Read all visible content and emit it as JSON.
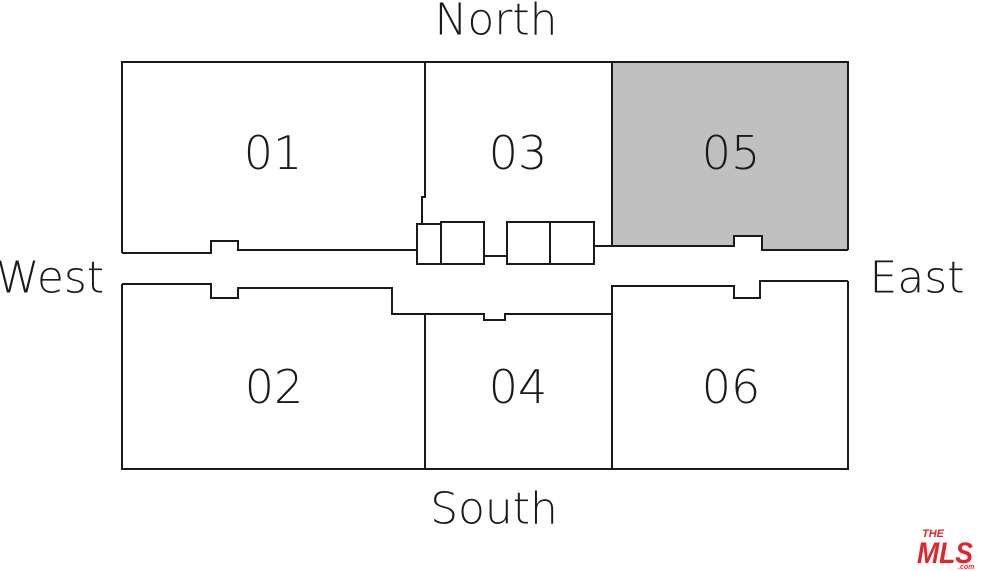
{
  "directions": {
    "north": "North",
    "south": "South",
    "west": "West",
    "east": "East"
  },
  "units": [
    {
      "id": "01",
      "label": "01",
      "highlighted": false
    },
    {
      "id": "02",
      "label": "02",
      "highlighted": false
    },
    {
      "id": "03",
      "label": "03",
      "highlighted": false
    },
    {
      "id": "04",
      "label": "04",
      "highlighted": false
    },
    {
      "id": "05",
      "label": "05",
      "highlighted": true
    },
    {
      "id": "06",
      "label": "06",
      "highlighted": false
    }
  ],
  "logo": {
    "the": "THE",
    "mls": "MLS",
    "com": ".com"
  },
  "colors": {
    "highlight": "#c0c0c0",
    "line": "#1a1a1a",
    "logo": "#e0262b"
  }
}
